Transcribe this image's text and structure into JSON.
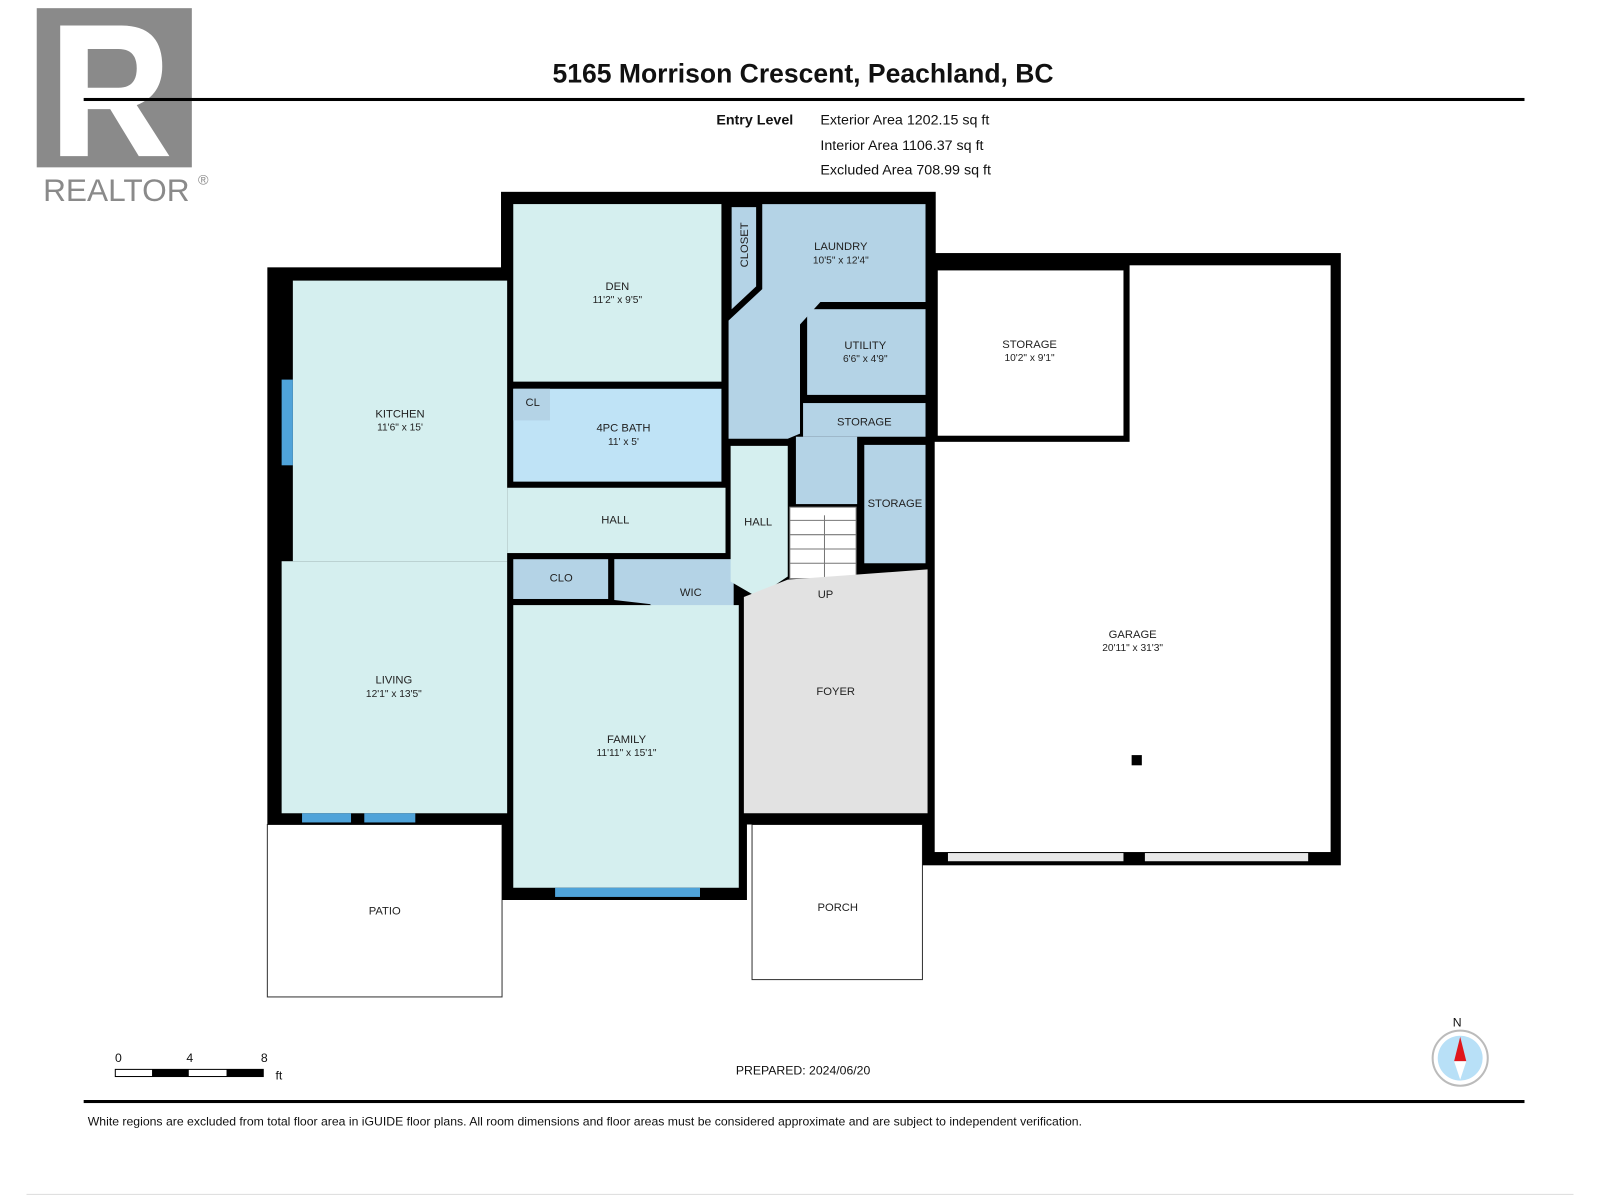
{
  "title": "5165 Morrison Crescent, Peachland, BC",
  "logo": {
    "text": "REALTOR",
    "mark": "R"
  },
  "level": "Entry Level",
  "areas": {
    "exterior": "Exterior Area 1202.15 sq ft",
    "interior": "Interior Area 1106.37 sq ft",
    "excluded": "Excluded Area 708.99 sq ft"
  },
  "rooms": {
    "den": {
      "name": "DEN",
      "dim": "11'2\" x 9'5\""
    },
    "closet": {
      "name": "CLOSET"
    },
    "laundry": {
      "name": "LAUNDRY",
      "dim": "10'5\" x 12'4\""
    },
    "utility": {
      "name": "UTILITY",
      "dim": "6'6\" x 4'9\""
    },
    "storage_a": {
      "name": "STORAGE"
    },
    "storage_b": {
      "name": "STORAGE"
    },
    "storage_c": {
      "name": "STORAGE",
      "dim": "10'2\" x 9'1\""
    },
    "kitchen": {
      "name": "KITCHEN",
      "dim": "11'6\" x 15'"
    },
    "cl": {
      "name": "CL"
    },
    "bath": {
      "name": "4PC BATH",
      "dim": "11' x 5'"
    },
    "hall_a": {
      "name": "HALL"
    },
    "hall_b": {
      "name": "HALL"
    },
    "clo": {
      "name": "CLO"
    },
    "wic": {
      "name": "WIC"
    },
    "up": {
      "name": "UP"
    },
    "living": {
      "name": "LIVING",
      "dim": "12'1\" x 13'5\""
    },
    "family": {
      "name": "FAMILY",
      "dim": "11'11\" x 15'1\""
    },
    "foyer": {
      "name": "FOYER"
    },
    "garage": {
      "name": "GARAGE",
      "dim": "20'11\" x 31'3\""
    },
    "patio": {
      "name": "PATIO"
    },
    "porch": {
      "name": "PORCH"
    }
  },
  "scale": {
    "t0": "0",
    "t4": "4",
    "t8": "8",
    "unit": "ft"
  },
  "prepared": "PREPARED: 2024/06/20",
  "compass": "N",
  "disclaimer": "White regions are excluded from total floor area in iGUIDE floor plans. All room dimensions and floor areas must be considered approximate and are subject to independent verification.",
  "colors": {
    "light": "#d5efef",
    "bath": "#bfe3f6",
    "service": "#b4d3e6",
    "foyer": "#e2e2e2",
    "window": "#4fa3d9"
  }
}
